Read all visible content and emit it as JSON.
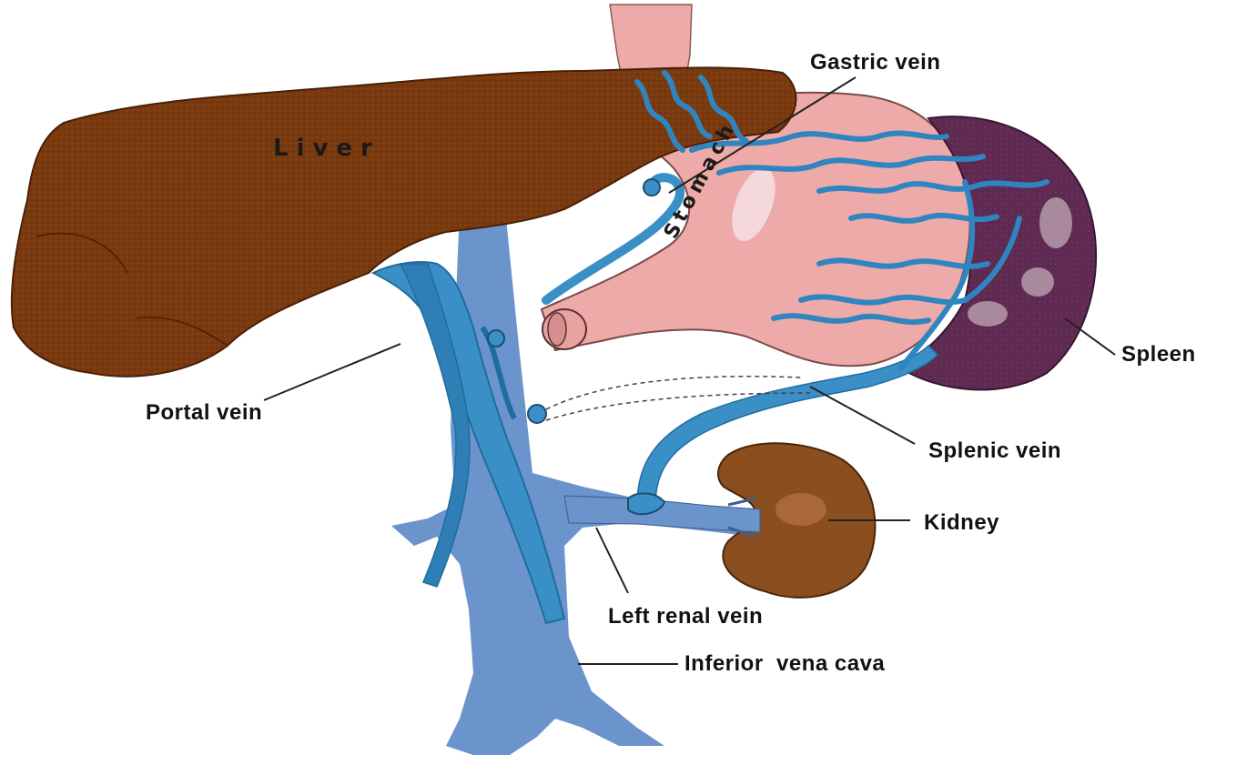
{
  "colors": {
    "liver": "#7a3a10",
    "liver_dark": "#5c2a0a",
    "stomach": "#eeaaa8",
    "stomach_dark": "#d98f8e",
    "spleen": "#5e2a52",
    "spleen_light": "#a9899e",
    "vein": "#3a8fc6",
    "vein_dark": "#1f6d9e",
    "vena_cava": "#6b93cc",
    "kidney": "#8a4e1f",
    "line": "#222222"
  },
  "labels": {
    "gastric_vein": "Gastric vein",
    "liver": "Liver",
    "stomach": "Stomach",
    "spleen": "Spleen",
    "portal_vein": "Portal vein",
    "splenic_vein": "Splenic vein",
    "kidney": "Kidney",
    "left_renal_vein": "Left renal vein",
    "inferior_vena_cava": "Inferior  vena cava"
  }
}
